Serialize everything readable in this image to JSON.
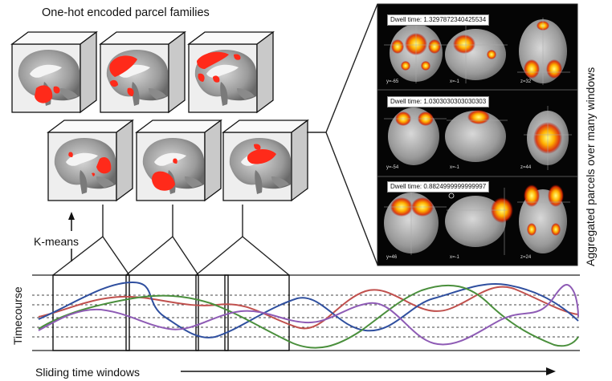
{
  "title": "One-hot encoded parcel families",
  "kmeans_label": "K-means",
  "timecourse_label": "Timecourse",
  "sliding_label": "Sliding time windows",
  "aggregated_label": "Aggregated parcels over many windows",
  "panels": [
    {
      "dwell": "Dwell time: 1.3297872340425534",
      "coords": [
        "y=-65",
        "x=-1",
        "z=32"
      ]
    },
    {
      "dwell": "Dwell time: 1.0303030303030303",
      "coords": [
        "y=-54",
        "x=-1",
        "z=44"
      ]
    },
    {
      "dwell": "Dwell time: 0.8824999999999997",
      "coords": [
        "y=46",
        "x=-1",
        "z=24"
      ]
    }
  ],
  "colors": {
    "series": [
      "#c0504d",
      "#2f4f9f",
      "#4a8f3c",
      "#8e5bb5"
    ],
    "activation": "#ff2a1a",
    "heat": "#ffb000"
  }
}
